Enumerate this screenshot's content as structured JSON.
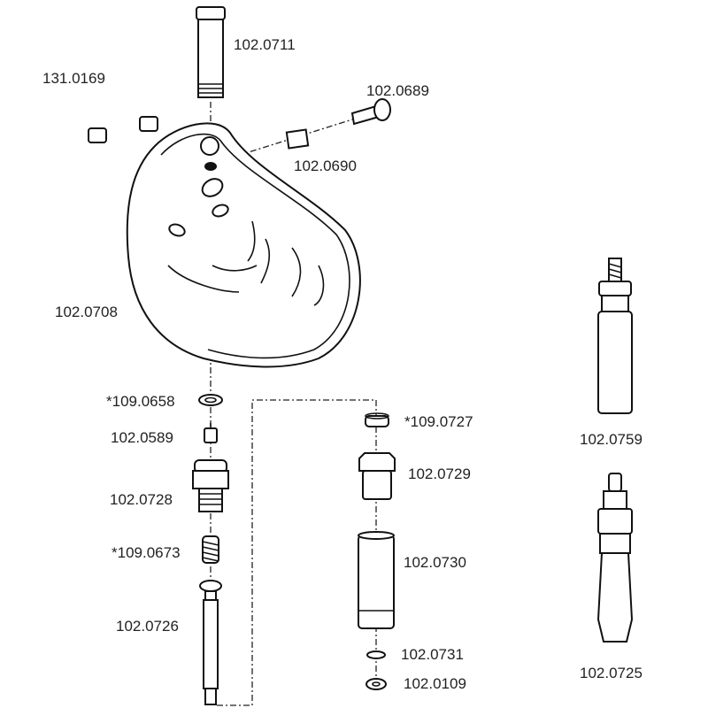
{
  "diagram": {
    "parts": [
      {
        "id": "102.0711"
      },
      {
        "id": "131.0169"
      },
      {
        "id": "102.0689"
      },
      {
        "id": "102.0690"
      },
      {
        "id": "102.0708"
      },
      {
        "id": "*109.0658"
      },
      {
        "id": "102.0589"
      },
      {
        "id": "102.0728"
      },
      {
        "id": "*109.0673"
      },
      {
        "id": "102.0726"
      },
      {
        "id": "*109.0727"
      },
      {
        "id": "102.0729"
      },
      {
        "id": "102.0730"
      },
      {
        "id": "102.0731"
      },
      {
        "id": "102.0109"
      },
      {
        "id": "102.0759"
      },
      {
        "id": "102.0725"
      }
    ]
  }
}
